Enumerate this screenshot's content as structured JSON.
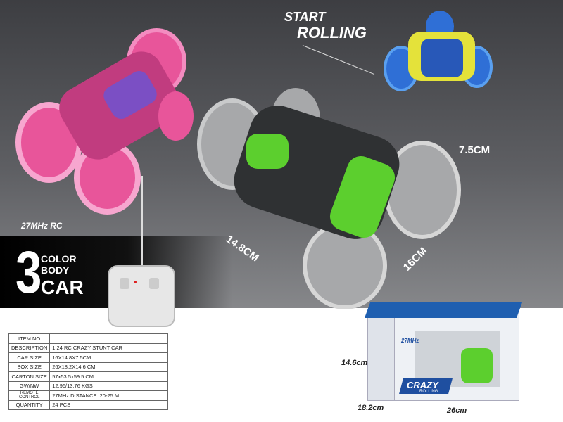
{
  "headline": {
    "start": "START",
    "rolling": "ROLLING"
  },
  "frequency_badge": "27MHz RC",
  "color_badge": {
    "number": "3",
    "line1": "COLOR",
    "line2": "BODY",
    "line3": "CAR"
  },
  "car_dimensions": {
    "height": "7.5CM",
    "length": "14.8CM",
    "width": "16CM"
  },
  "box_dimensions": {
    "height": "14.6cm",
    "depth": "18.2cm",
    "width": "26cm"
  },
  "box_text": {
    "brand": "CRAZY",
    "sub": "ROLLING",
    "freq": "27MHz"
  },
  "car_colors": {
    "pink": "#e8559a",
    "green": "#5ccf2e",
    "blue": "#2f6fd6"
  },
  "spec_table": [
    {
      "label": "ITEM NO",
      "value": ""
    },
    {
      "label": "DESCRIPTION",
      "value": "1:24 RC CRAZY STUNT CAR"
    },
    {
      "label": "CAR SIZE",
      "value": "16X14.8X7.5CM"
    },
    {
      "label": "BOX SIZE",
      "value": "26X18.2X14.6 CM"
    },
    {
      "label": "CARTON SIZE",
      "value": "57x53.5x59.5  CM"
    },
    {
      "label": "GW/NW",
      "value": "12.96/13.76 KGS"
    },
    {
      "label": "REMOTE CONTROL",
      "value": "27MHz     DISTANCE: 20-25 M"
    },
    {
      "label": "QUANTITY",
      "value": "24 PCS"
    }
  ]
}
